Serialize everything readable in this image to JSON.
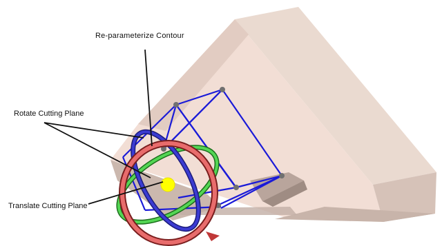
{
  "annotations": {
    "reparameterize": "Re-parameterize  Contour",
    "rotate": "Rotate Cutting Plane",
    "translate": "Translate Cutting Plane"
  },
  "colors": {
    "solid_front": "#f1ddd4",
    "solid_top": "#eedad0",
    "solid_side": "#c9b7ae",
    "solid_dark": "#a8968e",
    "contour": "#1a1ad8",
    "node": "#707070",
    "ring_red": "#e76a6a",
    "ring_red_dark": "#b83535",
    "ring_green": "#4fd24f",
    "ring_blue": "#3a3ad0",
    "center_handle": "#ffff00",
    "leader_line": "#111111"
  },
  "icons": [
    "rotate-ring-icon",
    "translate-handle-icon",
    "control-node-icon"
  ]
}
